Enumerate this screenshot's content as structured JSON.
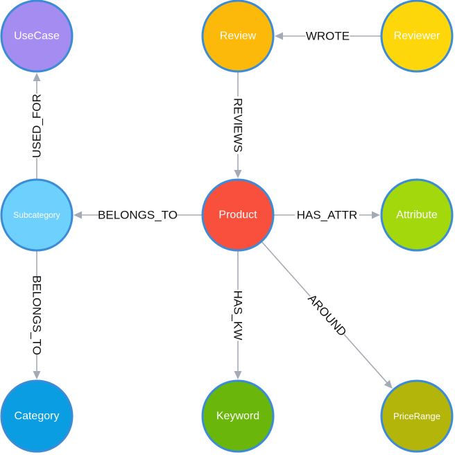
{
  "nodes": [
    {
      "id": "UseCase",
      "label": "UseCase",
      "color": "#a48cf1",
      "stroke": "#3b8bd6"
    },
    {
      "id": "Review",
      "label": "Review",
      "color": "#fdb909",
      "stroke": "#3b8bd6"
    },
    {
      "id": "Reviewer",
      "label": "Reviewer",
      "color": "#fed70b",
      "stroke": "#3b8bd6"
    },
    {
      "id": "Subcategory",
      "label": "Subcategory",
      "color": "#6ed0fc",
      "stroke": "#3b8bd6"
    },
    {
      "id": "Product",
      "label": "Product",
      "color": "#f94f3d",
      "stroke": "#3b8bd6"
    },
    {
      "id": "Attribute",
      "label": "Attribute",
      "color": "#a3d80c",
      "stroke": "#3b8bd6"
    },
    {
      "id": "Category",
      "label": "Category",
      "color": "#0a9de2",
      "stroke": "#3b8bd6"
    },
    {
      "id": "Keyword",
      "label": "Keyword",
      "color": "#6ab60a",
      "stroke": "#3b8bd6"
    },
    {
      "id": "PriceRange",
      "label": "PriceRange",
      "color": "#b3b50b",
      "stroke": "#3b8bd6"
    }
  ],
  "edges": [
    {
      "from": "Reviewer",
      "to": "Review",
      "label": "WROTE"
    },
    {
      "from": "Review",
      "to": "Product",
      "label": "REVIEWS"
    },
    {
      "from": "Subcategory",
      "to": "UseCase",
      "label": "USED_FOR"
    },
    {
      "from": "Product",
      "to": "Subcategory",
      "label": "BELONGS_TO"
    },
    {
      "from": "Product",
      "to": "Attribute",
      "label": "HAS_ATTR"
    },
    {
      "from": "Subcategory",
      "to": "Category",
      "label": "BELONGS_TO"
    },
    {
      "from": "Product",
      "to": "Keyword",
      "label": "HAS_KW"
    },
    {
      "from": "Product",
      "to": "PriceRange",
      "label": "AROUND"
    }
  ]
}
